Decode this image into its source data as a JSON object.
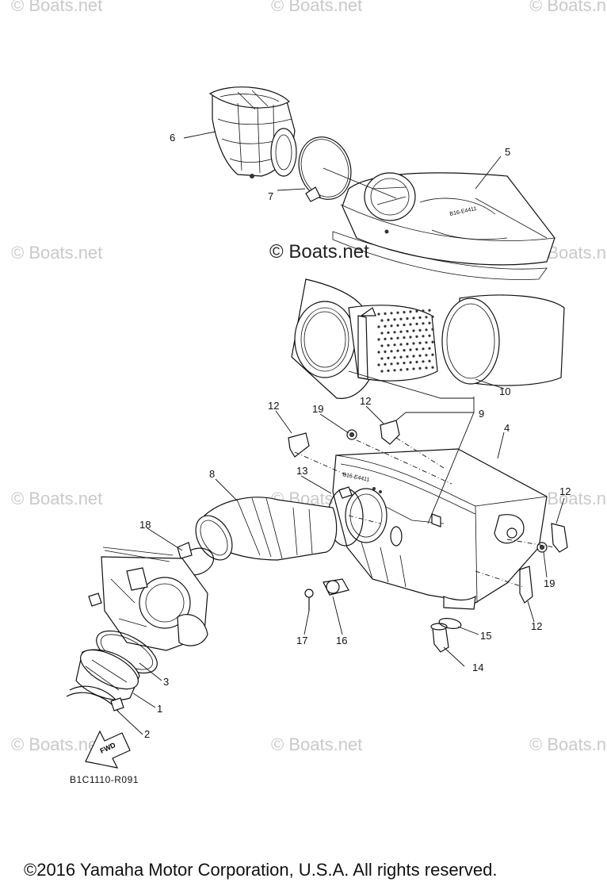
{
  "watermarks": {
    "small": "© Boats.net",
    "center": "© Boats.net"
  },
  "callouts": {
    "c1": "1",
    "c2": "2",
    "c3": "3",
    "c4": "4",
    "c5": "5",
    "c6": "6",
    "c7": "7",
    "c8": "8",
    "c9": "9",
    "c10": "10",
    "c12a": "12",
    "c12b": "12",
    "c12c": "12",
    "c12d": "12",
    "c13": "13",
    "c14": "14",
    "c15": "15",
    "c16": "16",
    "c17": "17",
    "c18": "18",
    "c19a": "19",
    "c19b": "19"
  },
  "arrow_label": "FWD",
  "drawing_code": "B1C1110-R091",
  "copyright": "©2016 Yamaha Motor Corporation, U.S.A. All rights reserved.",
  "part_markings": {
    "cover": "B16-E4411",
    "case": "B16-E4411"
  }
}
